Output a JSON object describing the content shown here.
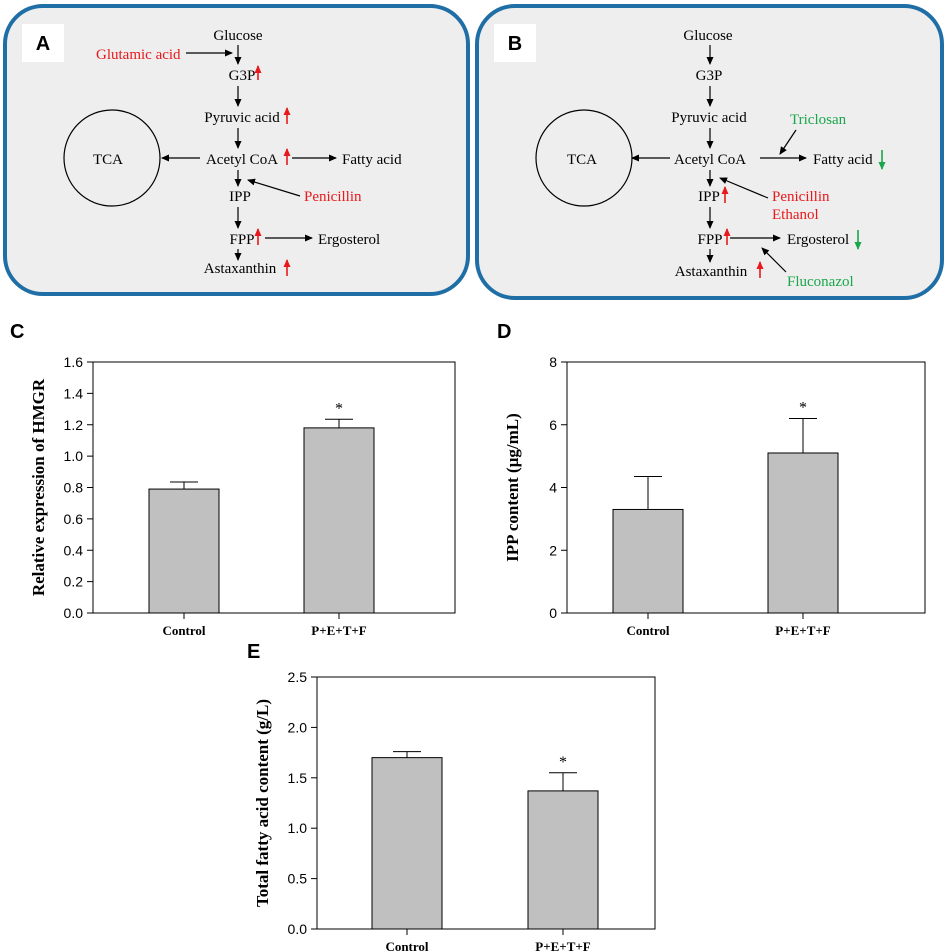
{
  "colors": {
    "panel_border": "#1f6fa6",
    "panel_fill": "#eeeeee",
    "increase": "#e8191c",
    "decrease": "#1aa64b",
    "bar_fill": "#c0c0c0",
    "text": "#000000"
  },
  "panel_a": {
    "letter": "A",
    "nodes": {
      "glucose": "Glucose",
      "g3p": "G3P",
      "pyruvic_acid": "Pyruvic acid",
      "acetyl_coa": "Acetyl CoA",
      "fatty_acid": "Fatty acid",
      "tca": "TCA",
      "ipp": "IPP",
      "fpp": "FPP",
      "ergosterol": "Ergosterol",
      "astaxanthin": "Astaxanthin"
    },
    "inducers": {
      "glutamic_acid": "Glutamic acid",
      "penicillin": "Penicillin"
    }
  },
  "panel_b": {
    "letter": "B",
    "nodes": {
      "glucose": "Glucose",
      "g3p": "G3P",
      "pyruvic_acid": "Pyruvic acid",
      "acetyl_coa": "Acetyl CoA",
      "fatty_acid": "Fatty acid",
      "tca": "TCA",
      "ipp": "IPP",
      "fpp": "FPP",
      "ergosterol": "Ergosterol",
      "astaxanthin": "Astaxanthin"
    },
    "inducers": {
      "penicillin": "Penicillin",
      "ethanol": "Ethanol"
    },
    "inhibitors": {
      "triclosan": "Triclosan",
      "fluconazol": "Fluconazol"
    }
  },
  "chart_data": [
    {
      "panel": "C",
      "type": "bar",
      "categories": [
        "Control",
        "P+E+T+F"
      ],
      "values": [
        0.79,
        1.18
      ],
      "errors": [
        0.045,
        0.055
      ],
      "significance": [
        "",
        "*"
      ],
      "ylabel": "Relative expression of HMGR",
      "ylim": [
        0,
        1.6
      ],
      "yticks": [
        "0.0",
        "0.2",
        "0.4",
        "0.6",
        "0.8",
        "1.0",
        "1.2",
        "1.4",
        "1.6"
      ],
      "grid": false
    },
    {
      "panel": "D",
      "type": "bar",
      "categories": [
        "Control",
        "P+E+T+F"
      ],
      "values": [
        3.3,
        5.1
      ],
      "errors": [
        1.05,
        1.1
      ],
      "significance": [
        "",
        "*"
      ],
      "ylabel": "IPP content (µg/mL)",
      "ylim": [
        0,
        8
      ],
      "yticks": [
        "0",
        "2",
        "4",
        "6",
        "8"
      ],
      "grid": false
    },
    {
      "panel": "E",
      "type": "bar",
      "categories": [
        "Control",
        "P+E+T+F"
      ],
      "values": [
        1.7,
        1.37
      ],
      "errors": [
        0.06,
        0.18
      ],
      "significance": [
        "",
        "*"
      ],
      "ylabel": "Total fatty acid content (g/L)",
      "ylim": [
        0,
        2.5
      ],
      "yticks": [
        "0.0",
        "0.5",
        "1.0",
        "1.5",
        "2.0",
        "2.5"
      ],
      "grid": false
    }
  ]
}
